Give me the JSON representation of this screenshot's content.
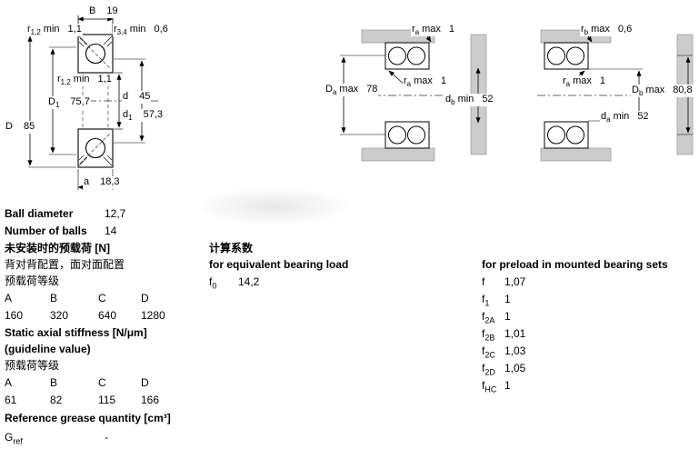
{
  "diagrams": {
    "left": {
      "B": {
        "sym": "B",
        "value": "19"
      },
      "r12_top": {
        "sym": "r",
        "sub": "1,2",
        "suffix": "min",
        "value": "1,1"
      },
      "r34_top": {
        "sym": "r",
        "sub": "3,4",
        "suffix": "min",
        "value": "0,6"
      },
      "r12_mid": {
        "sym": "r",
        "sub": "1,2",
        "suffix": "min",
        "value": "1,1"
      },
      "d": {
        "sym": "d",
        "value": "45"
      },
      "D1": {
        "sym": "D",
        "sub": "1",
        "value": "75,7"
      },
      "d1": {
        "sym": "d",
        "sub": "1",
        "value": "57,3"
      },
      "D": {
        "sym": "D",
        "value": "85"
      },
      "a": {
        "sym": "a",
        "value": "18,3"
      }
    },
    "middle": {
      "ra_top": {
        "sym": "r",
        "sub": "a",
        "suffix": "max",
        "value": "1"
      },
      "Da": {
        "sym": "D",
        "sub": "a",
        "suffix": "max",
        "value": "78"
      },
      "ra_mid": {
        "sym": "r",
        "sub": "a",
        "suffix": "max",
        "value": "1"
      },
      "db": {
        "sym": "d",
        "sub": "b",
        "suffix": "min",
        "value": "52"
      }
    },
    "right": {
      "rb_top": {
        "sym": "r",
        "sub": "b",
        "suffix": "max",
        "value": "0,6"
      },
      "ra_mid": {
        "sym": "r",
        "sub": "a",
        "suffix": "max",
        "value": "1"
      },
      "Db": {
        "sym": "D",
        "sub": "b",
        "suffix": "max",
        "value": "80,8"
      },
      "da": {
        "sym": "d",
        "sub": "a",
        "suffix": "min",
        "value": "52"
      }
    }
  },
  "specs": {
    "ball_diameter_label": "Ball diameter",
    "ball_diameter_value": "12,7",
    "number_of_balls_label": "Number of balls",
    "number_of_balls_value": "14",
    "preload": {
      "title": "未安装时的预载荷 [N]",
      "subtitle": "背对背配置，面对面配置",
      "class_label": "预载荷等级",
      "headers": [
        "A",
        "B",
        "C",
        "D"
      ],
      "values": [
        "160",
        "320",
        "640",
        "1280"
      ]
    },
    "stiffness": {
      "title": "Static axial stiffness [N/μm]",
      "subtitle": "(guideline value)",
      "class_label": "预载荷等级",
      "headers": [
        "A",
        "B",
        "C",
        "D"
      ],
      "values": [
        "61",
        "82",
        "115",
        "166"
      ]
    },
    "grease": {
      "title": "Reference grease quantity [cm³]",
      "row": {
        "sym": "G",
        "sub": "ref",
        "value": "-"
      }
    }
  },
  "factors": {
    "title": "计算系数",
    "equivalent_load": {
      "subtitle": "for equivalent bearing load",
      "row": {
        "sym": "f",
        "sub": "0",
        "value": "14,2"
      }
    },
    "preload_sets": {
      "subtitle": "for preload in mounted bearing sets",
      "rows": [
        {
          "sym": "f",
          "sub": "",
          "value": "1,07"
        },
        {
          "sym": "f",
          "sub": "1",
          "value": "1"
        },
        {
          "sym": "f",
          "sub": "2A",
          "value": "1"
        },
        {
          "sym": "f",
          "sub": "2B",
          "value": "1,01"
        },
        {
          "sym": "f",
          "sub": "2C",
          "value": "1,03"
        },
        {
          "sym": "f",
          "sub": "2D",
          "value": "1,05"
        },
        {
          "sym": "f",
          "sub": "HC",
          "value": "1"
        }
      ]
    }
  }
}
